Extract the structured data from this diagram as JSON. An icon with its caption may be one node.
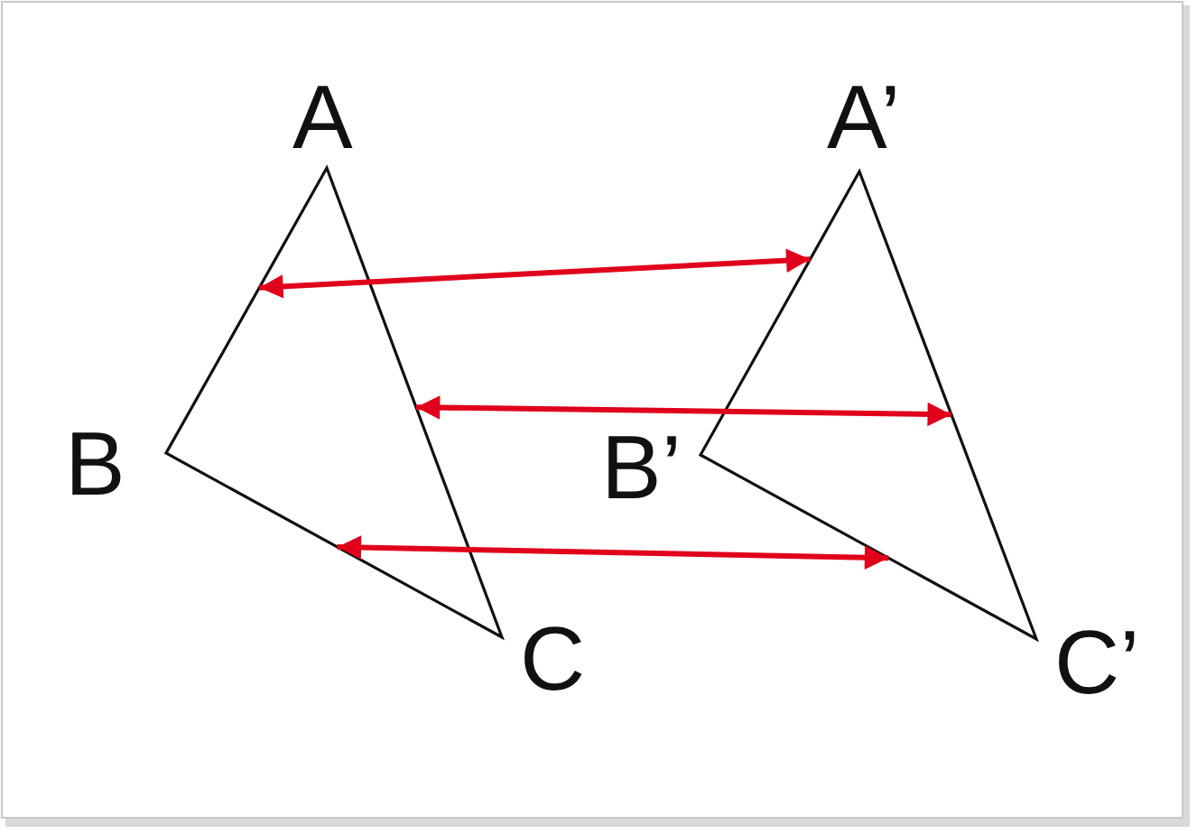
{
  "diagram": {
    "nodes": [
      {
        "text": [],
        "shape": "triangle"
      },
      {
        "text": [],
        "shape": "triangle"
      }
    ],
    "edges": [
      {
        "from": 0,
        "to": 1,
        "arrow": "both"
      },
      {
        "from": 0,
        "to": 1,
        "arrow": "both"
      },
      {
        "from": 0,
        "to": 1,
        "arrow": "both"
      }
    ],
    "labels": [
      "A",
      "A’",
      "B",
      "B’",
      "C",
      "C’"
    ]
  }
}
